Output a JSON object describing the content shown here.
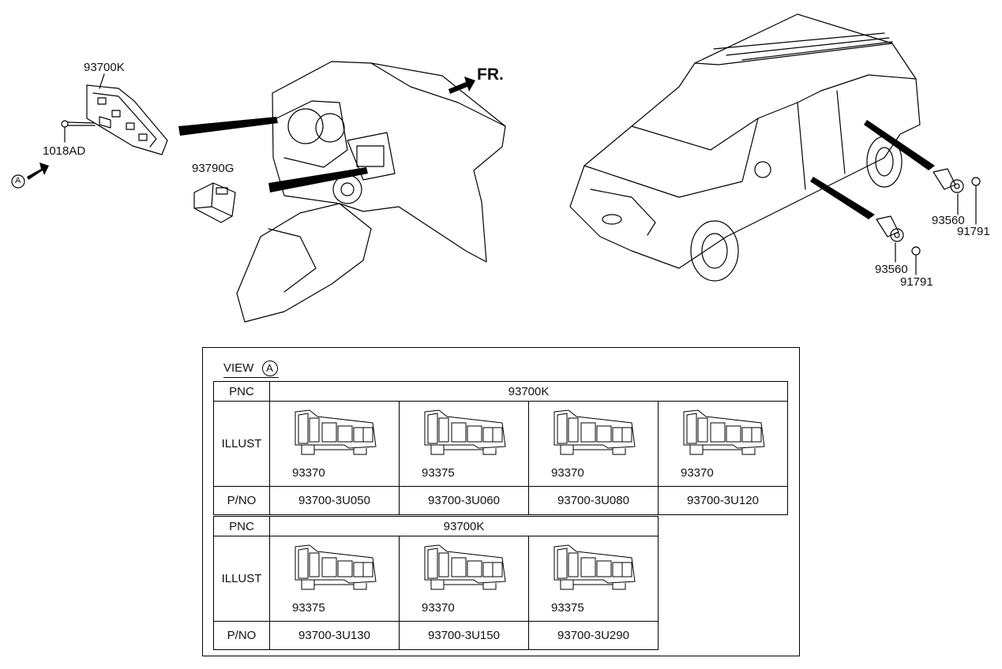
{
  "callouts": {
    "bracket_part": "93700K",
    "screw_part": "1018AD",
    "view_marker": "A",
    "module_part": "93790G",
    "front_label": "FR.",
    "rear_switch_part": "93560",
    "rear_screw_part": "91791",
    "front_switch_part": "93560",
    "front_screw_part": "91791"
  },
  "view": {
    "title": "VIEW",
    "marker": "A"
  },
  "table1": {
    "row_pnc": "PNC",
    "row_illust": "ILLUST",
    "row_pno": "P/NO",
    "pnc_value": "93700K",
    "illust_codes": [
      "93370",
      "93375",
      "93370",
      "93370"
    ],
    "part_numbers": [
      "93700-3U050",
      "93700-3U060",
      "93700-3U080",
      "93700-3U120"
    ]
  },
  "table2": {
    "row_pnc": "PNC",
    "row_illust": "ILLUST",
    "row_pno": "P/NO",
    "pnc_value": "93700K",
    "illust_codes": [
      "93375",
      "93370",
      "93375"
    ],
    "part_numbers": [
      "93700-3U130",
      "93700-3U150",
      "93700-3U290"
    ]
  }
}
